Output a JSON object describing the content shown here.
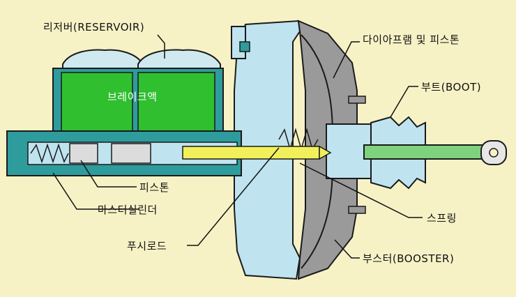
{
  "labels": {
    "reservoir": "리저버(RESERVOIR)",
    "brake_fluid": "브레이크액",
    "piston": "피스톤",
    "master_cylinder": "마스터실린더",
    "push_rod": "푸시로드",
    "diaphragm_piston": "다이아프램 및 피스톤",
    "boot": "부트(BOOT)",
    "spring": "스프링",
    "booster": "부스터(BOOSTER)"
  },
  "colors": {
    "background": "#f7f2c6",
    "fluid": "#2fbf2f",
    "cylinder_teal": "#2e9c9c",
    "booster_blue": "#bfe3ef",
    "diaphragm_gray": "#9a9a9a",
    "push_rod_yellow": "#f2f05a",
    "rod_green": "#7ed27e"
  }
}
